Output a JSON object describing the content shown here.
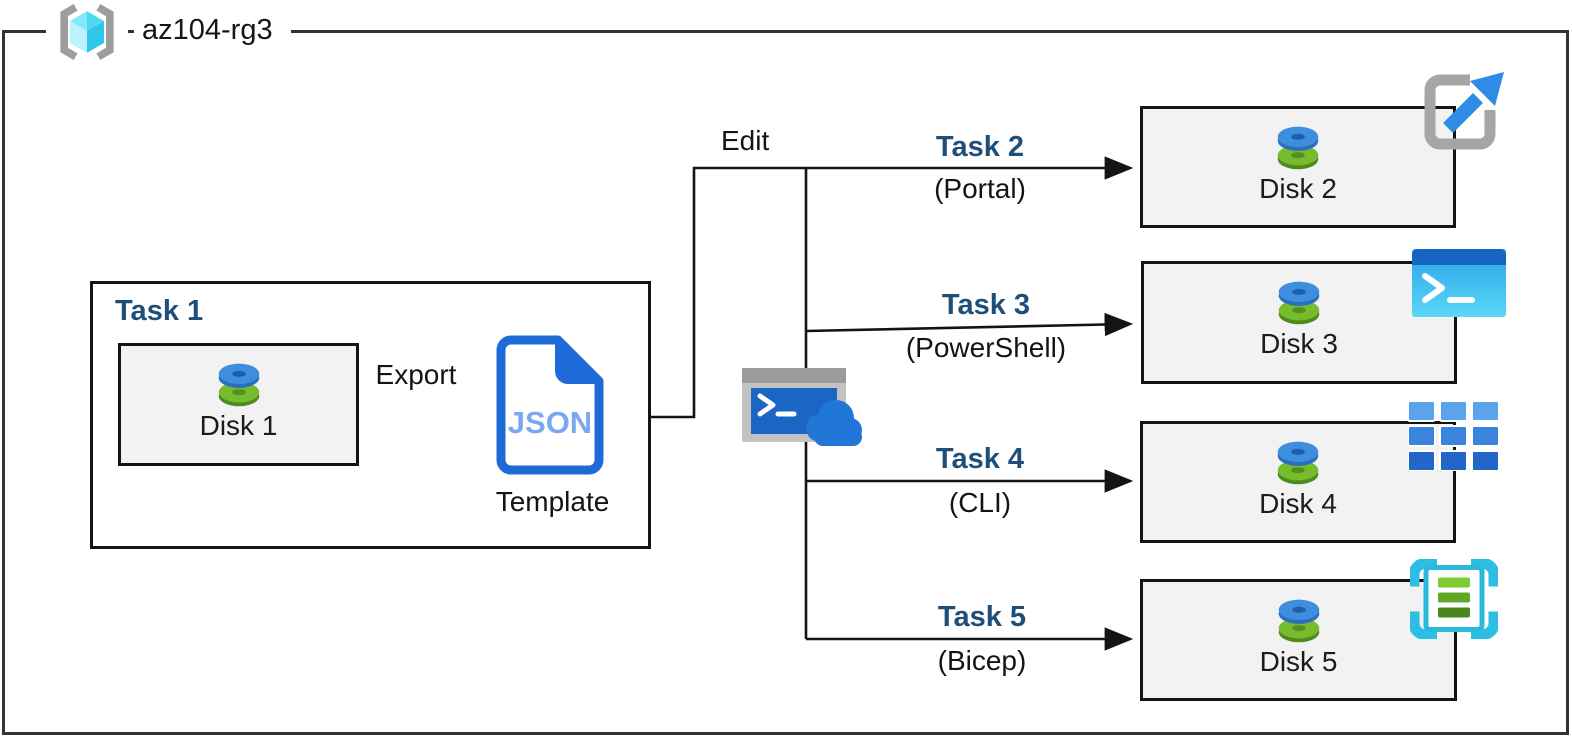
{
  "resource_group": {
    "label": "az104-rg3",
    "icon": "resource-group-icon"
  },
  "task1": {
    "title": "Task 1",
    "disk_label": "Disk 1",
    "export_label": "Export",
    "json_badge": "JSON",
    "template_label": "Template",
    "template_icon": "json-file-icon"
  },
  "edit_label": "Edit",
  "cloud_shell": {
    "icon": "cloud-shell-icon",
    "prompt_glyph": ">_"
  },
  "tasks": [
    {
      "title": "Task 2",
      "method": "(Portal)",
      "disk_label": "Disk 2",
      "icon": "portal-launch-icon"
    },
    {
      "title": "Task 3",
      "method": "(PowerShell)",
      "disk_label": "Disk 3",
      "icon": "powershell-icon",
      "prompt_glyph": ">_"
    },
    {
      "title": "Task 4",
      "method": "(CLI)",
      "disk_label": "Disk 4",
      "icon": "cli-grid-icon"
    },
    {
      "title": "Task 5",
      "method": "(Bicep)",
      "disk_label": "Disk 5",
      "icon": "bicep-template-icon"
    }
  ],
  "colors": {
    "task_title_navy": "#1F4E79",
    "line_black": "#141414",
    "box_fill_gray": "#F2F2F2",
    "disk_blue_top": "#3E8EDE",
    "disk_blue_side": "#2A6FBF",
    "disk_green_top": "#76BC2D",
    "disk_green_side": "#4F8A1E",
    "json_doc_blue": "#1E6BD7",
    "json_text_blue": "#7AA9F0",
    "portal_arrow_blue": "#2E8CE6",
    "bracket_gray": "#A6A6A6",
    "powershell_titlebar": "#1565C3",
    "powershell_body": "#3FBCEF",
    "cloud_blue": "#2177D8",
    "cli_blue": "#3A84DC",
    "bicep_cyan": "#2CBFE3",
    "rg_cube_cyan": "#4ED9F3"
  }
}
